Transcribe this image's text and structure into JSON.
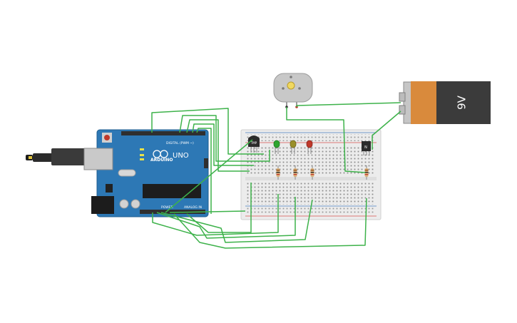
{
  "colors": {
    "background": "#ffffff",
    "wire": "#3db24a",
    "arduino_board": "#2d78b5",
    "arduino_edge": "#1f5e90",
    "header": "#3a3a3a",
    "breadboard": "#ececec",
    "rail_red": "#d9534f",
    "rail_blue": "#4a7fc1",
    "battery_body": "#3b3b3b",
    "battery_label": "#d98a3c",
    "led_green": "#2fa52f",
    "led_yellow": "#9a8f2a",
    "led_red": "#c0392b",
    "resistor": "#d9b27c",
    "motor": "#c8c8c8",
    "motor_shaft": "#f0d860"
  },
  "arduino": {
    "logo_text": "ARDUINO",
    "model_text": "UNO",
    "digital_label": "DIGITAL (PWM ~)",
    "power_label": "POWER",
    "analog_label": "ANALOG IN"
  },
  "battery": {
    "label": "9V"
  },
  "sensor": {
    "label": "TMP"
  },
  "transistor": {
    "label": "N"
  },
  "components": {
    "leds": [
      "led_green",
      "led_yellow",
      "led_red"
    ],
    "resistor_count": 4
  }
}
